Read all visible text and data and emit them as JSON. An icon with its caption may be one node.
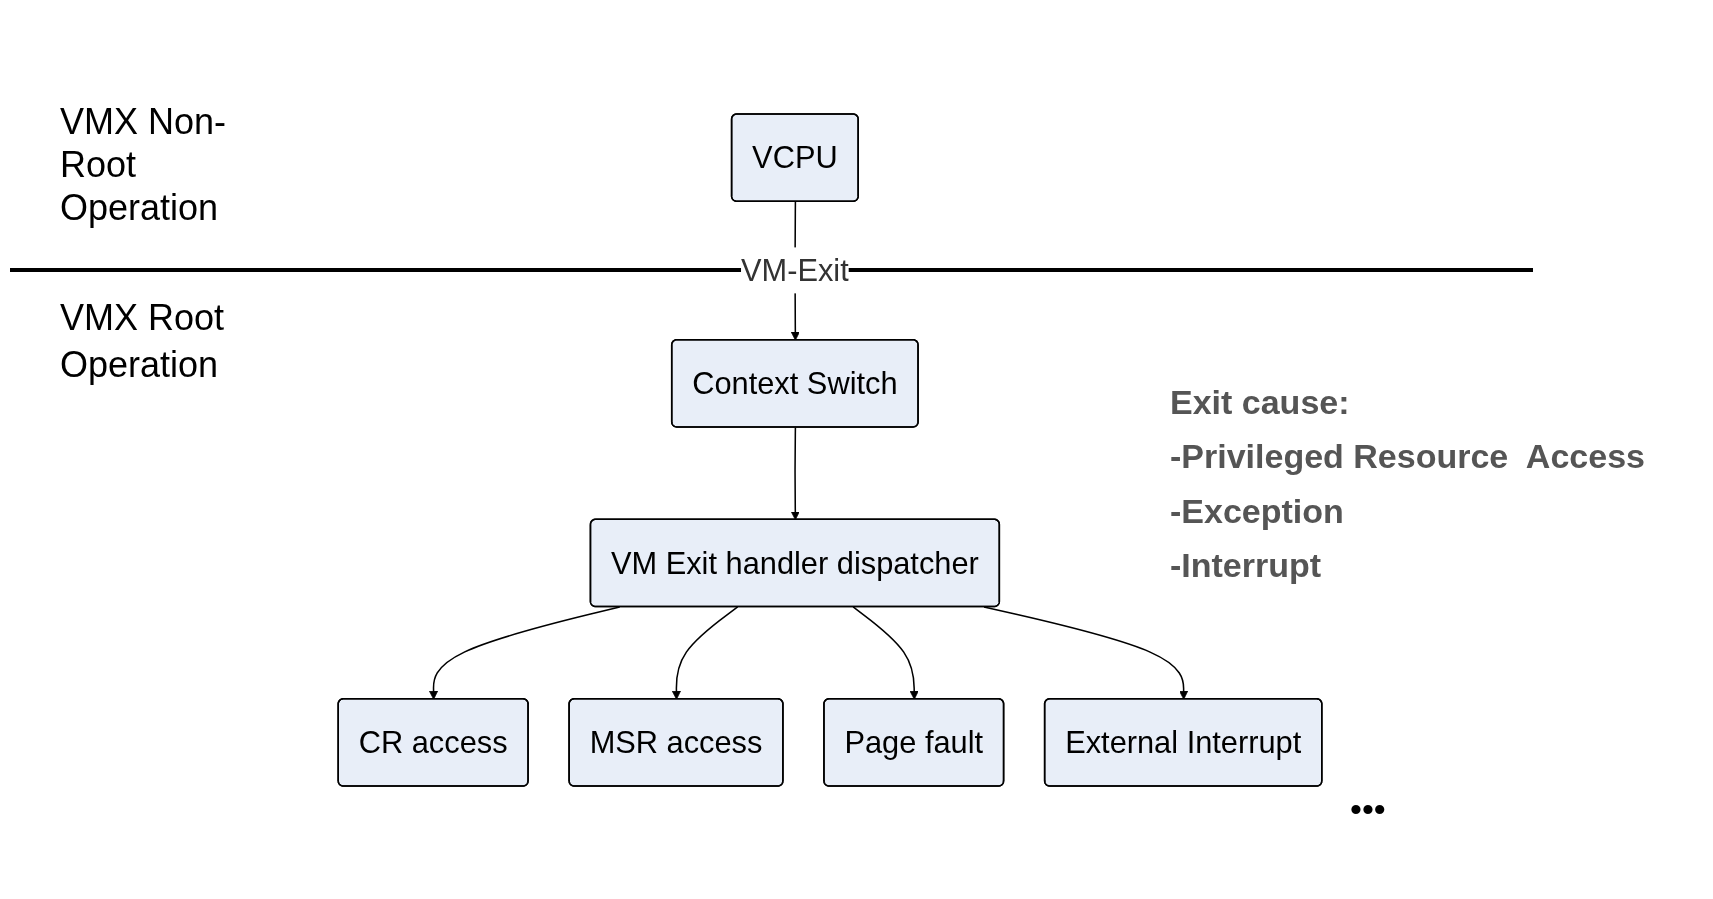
{
  "diagram": {
    "nodes": [
      {
        "text": [
          "VCPU"
        ]
      },
      {
        "text": [
          "Context Switch"
        ]
      },
      {
        "text": [
          "VM Exit handler dispatcher"
        ]
      },
      {
        "text": [
          "CR access"
        ]
      },
      {
        "text": [
          "MSR access"
        ]
      },
      {
        "text": [
          "Page fault"
        ]
      },
      {
        "text": [
          "External Interrupt"
        ]
      }
    ],
    "edges": [
      {
        "from": 0,
        "to": 1,
        "arrow": "to",
        "label": "VM-Exit"
      },
      {
        "from": 1,
        "to": 2,
        "arrow": "to"
      },
      {
        "from": 2,
        "to": 3,
        "arrow": "to"
      },
      {
        "from": 2,
        "to": 4,
        "arrow": "to"
      },
      {
        "from": 2,
        "to": 5,
        "arrow": "to"
      },
      {
        "from": 2,
        "to": 6,
        "arrow": "to"
      }
    ],
    "labels": [
      "VMX Non-Root Operation",
      "VMX Root Operation",
      "Exit cause:",
      "-Privileged Resource  Access",
      "-Exception",
      "-Interrupt",
      "•••"
    ]
  }
}
